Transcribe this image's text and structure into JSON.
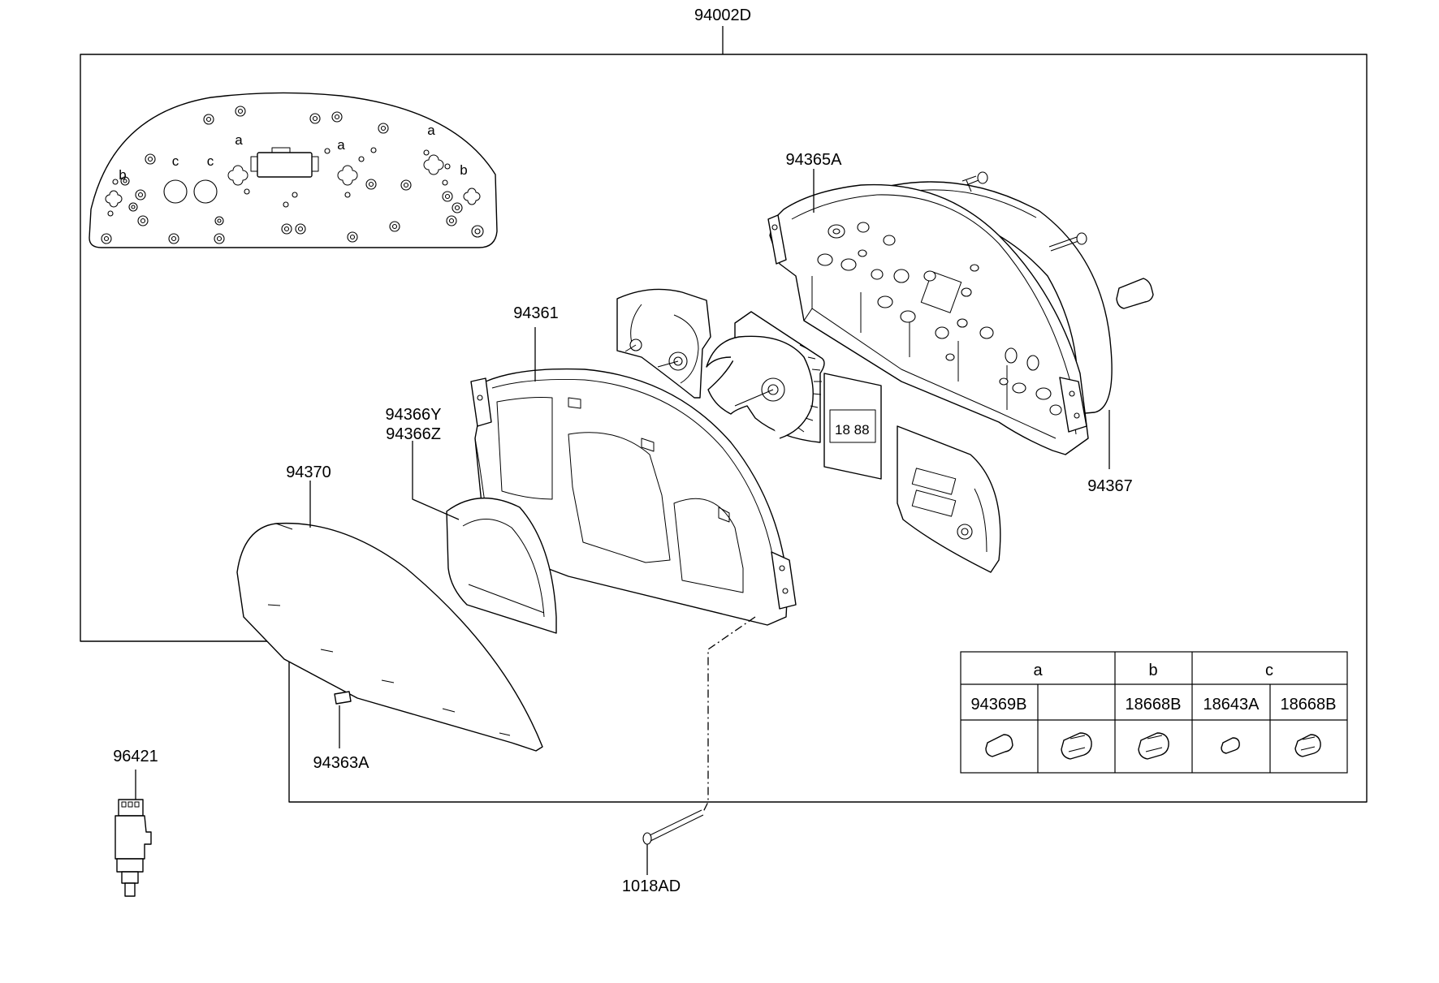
{
  "callouts": {
    "assembly": "94002D",
    "back_case": "94365A",
    "mask": "94361",
    "ring_y": "94366Y",
    "ring_z": "94366Z",
    "glass": "94370",
    "lcd_pad": "94363A",
    "gasket": "94367",
    "sensor": "96421",
    "screw": "1018AD"
  },
  "pcb_markers": [
    "a",
    "a",
    "a",
    "b",
    "b",
    "c",
    "c"
  ],
  "legend": {
    "groups": [
      "a",
      "b",
      "c"
    ],
    "parts": [
      "94369B",
      "",
      "18668B",
      "18643A",
      "18668B"
    ]
  }
}
